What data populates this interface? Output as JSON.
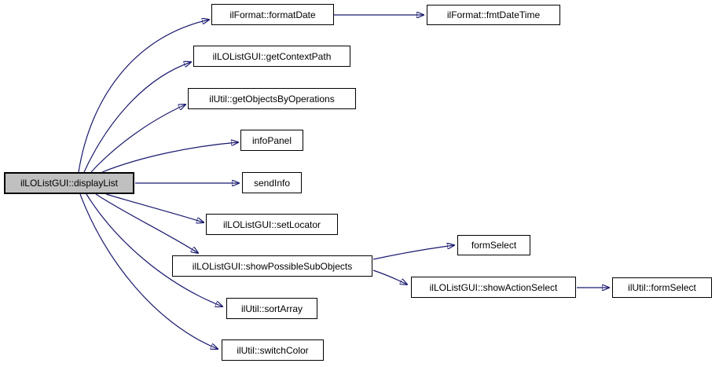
{
  "graph": {
    "type": "call-graph",
    "root": "ilLOListGUI::displayList",
    "colors": {
      "edge": "#191970",
      "node_border": "#000000",
      "node_fill": "#ffffff",
      "root_node_fill": "#c0c0c0",
      "text": "#000000",
      "background": "#ffffff"
    },
    "nodes": [
      {
        "id": "displayList",
        "label": "ilLOListGUI::displayList",
        "highlighted": true
      },
      {
        "id": "formatDate",
        "label": "ilFormat::formatDate",
        "highlighted": false
      },
      {
        "id": "fmtDateTime",
        "label": "ilFormat::fmtDateTime",
        "highlighted": false
      },
      {
        "id": "getContextPath",
        "label": "ilLOListGUI::getContextPath",
        "highlighted": false
      },
      {
        "id": "getObjectsByOperations",
        "label": "ilUtil::getObjectsByOperations",
        "highlighted": false
      },
      {
        "id": "infoPanel",
        "label": "infoPanel",
        "highlighted": false
      },
      {
        "id": "sendInfo",
        "label": "sendInfo",
        "highlighted": false
      },
      {
        "id": "setLocator",
        "label": "ilLOListGUI::setLocator",
        "highlighted": false
      },
      {
        "id": "showPossibleSubObjects",
        "label": "ilLOListGUI::showPossibleSubObjects",
        "highlighted": false
      },
      {
        "id": "formSelect",
        "label": "formSelect",
        "highlighted": false
      },
      {
        "id": "showActionSelect",
        "label": "ilLOListGUI::showActionSelect",
        "highlighted": false
      },
      {
        "id": "ilUtilFormSelect",
        "label": "ilUtil::formSelect",
        "highlighted": false
      },
      {
        "id": "sortArray",
        "label": "ilUtil::sortArray",
        "highlighted": false
      },
      {
        "id": "switchColor",
        "label": "ilUtil::switchColor",
        "highlighted": false
      }
    ],
    "edges": [
      {
        "from": "ilLOListGUI::displayList",
        "to": "ilFormat::formatDate"
      },
      {
        "from": "ilFormat::formatDate",
        "to": "ilFormat::fmtDateTime"
      },
      {
        "from": "ilLOListGUI::displayList",
        "to": "ilLOListGUI::getContextPath"
      },
      {
        "from": "ilLOListGUI::displayList",
        "to": "ilUtil::getObjectsByOperations"
      },
      {
        "from": "ilLOListGUI::displayList",
        "to": "infoPanel"
      },
      {
        "from": "ilLOListGUI::displayList",
        "to": "sendInfo"
      },
      {
        "from": "ilLOListGUI::displayList",
        "to": "ilLOListGUI::setLocator"
      },
      {
        "from": "ilLOListGUI::displayList",
        "to": "ilLOListGUI::showPossibleSubObjects"
      },
      {
        "from": "ilLOListGUI::showPossibleSubObjects",
        "to": "formSelect"
      },
      {
        "from": "ilLOListGUI::showPossibleSubObjects",
        "to": "ilLOListGUI::showActionSelect"
      },
      {
        "from": "ilLOListGUI::showActionSelect",
        "to": "ilUtil::formSelect"
      },
      {
        "from": "ilLOListGUI::displayList",
        "to": "ilUtil::sortArray"
      },
      {
        "from": "ilLOListGUI::displayList",
        "to": "ilUtil::switchColor"
      }
    ]
  }
}
